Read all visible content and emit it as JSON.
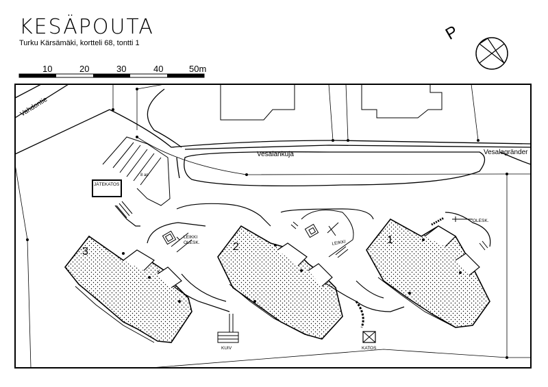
{
  "title": "KESÄPOUTA",
  "subtitle": "Turku Kärsämäki, kortteli 68, tontti 1",
  "scale_bar": {
    "labels": [
      "10",
      "20",
      "30",
      "40",
      "50m"
    ]
  },
  "north_symbol": "P",
  "streets": {
    "vahdontie": "Vahdontie",
    "vesalankuja": "Vesalankuja",
    "vesalagrander": "Vesalagränder"
  },
  "labels": {
    "jatekatos": "JÄTEKATOS",
    "parking": "8 ap",
    "leikki_olesk": "LEIKKI\nOLESK.",
    "leikki": "LEIKKI",
    "olesk": "OLESK.",
    "kuiv": "KUIV",
    "katos": "KATOS"
  },
  "buildings": [
    {
      "number": "1"
    },
    {
      "number": "2"
    },
    {
      "number": "3"
    }
  ]
}
